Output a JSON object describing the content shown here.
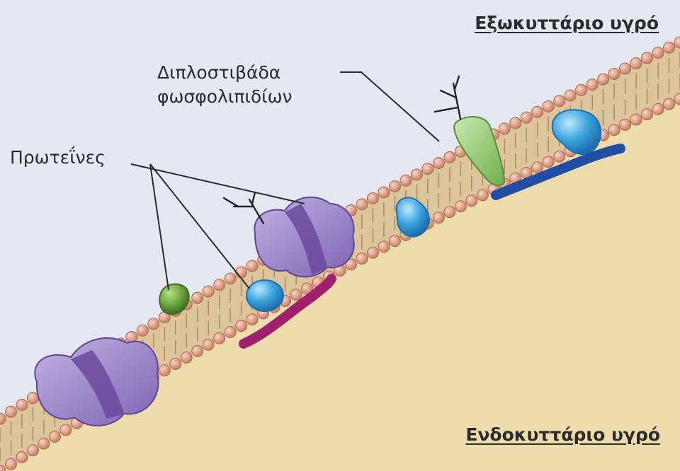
{
  "labels": {
    "extracellular": "Εξωκυττάριο υγρό",
    "intracellular": "Ενδοκυττάριο υγρό",
    "bilayer_line1": "Διπλοστιβάδα",
    "bilayer_line2": "φωσφολιπιδίων",
    "proteins": "Πρωτεΐνες"
  },
  "colors": {
    "extracellular_fluid": "#e4e8f2",
    "intracellular_fluid": "#efdcac",
    "phospholipid_head": "#e8a88e",
    "phospholipid_tail": "#c2a27a",
    "membrane_core": "#dcc59a",
    "transmembrane_protein": "#a38fcb",
    "transmembrane_band": "#6a4a9e",
    "peripheral_protein_blue": "#3aa4dc",
    "peripheral_protein_green": "#7bb44a",
    "anchor_purple": "#a0206e",
    "anchor_blue": "#1f4ea4",
    "glycoprotein": "#9ccf7a"
  }
}
